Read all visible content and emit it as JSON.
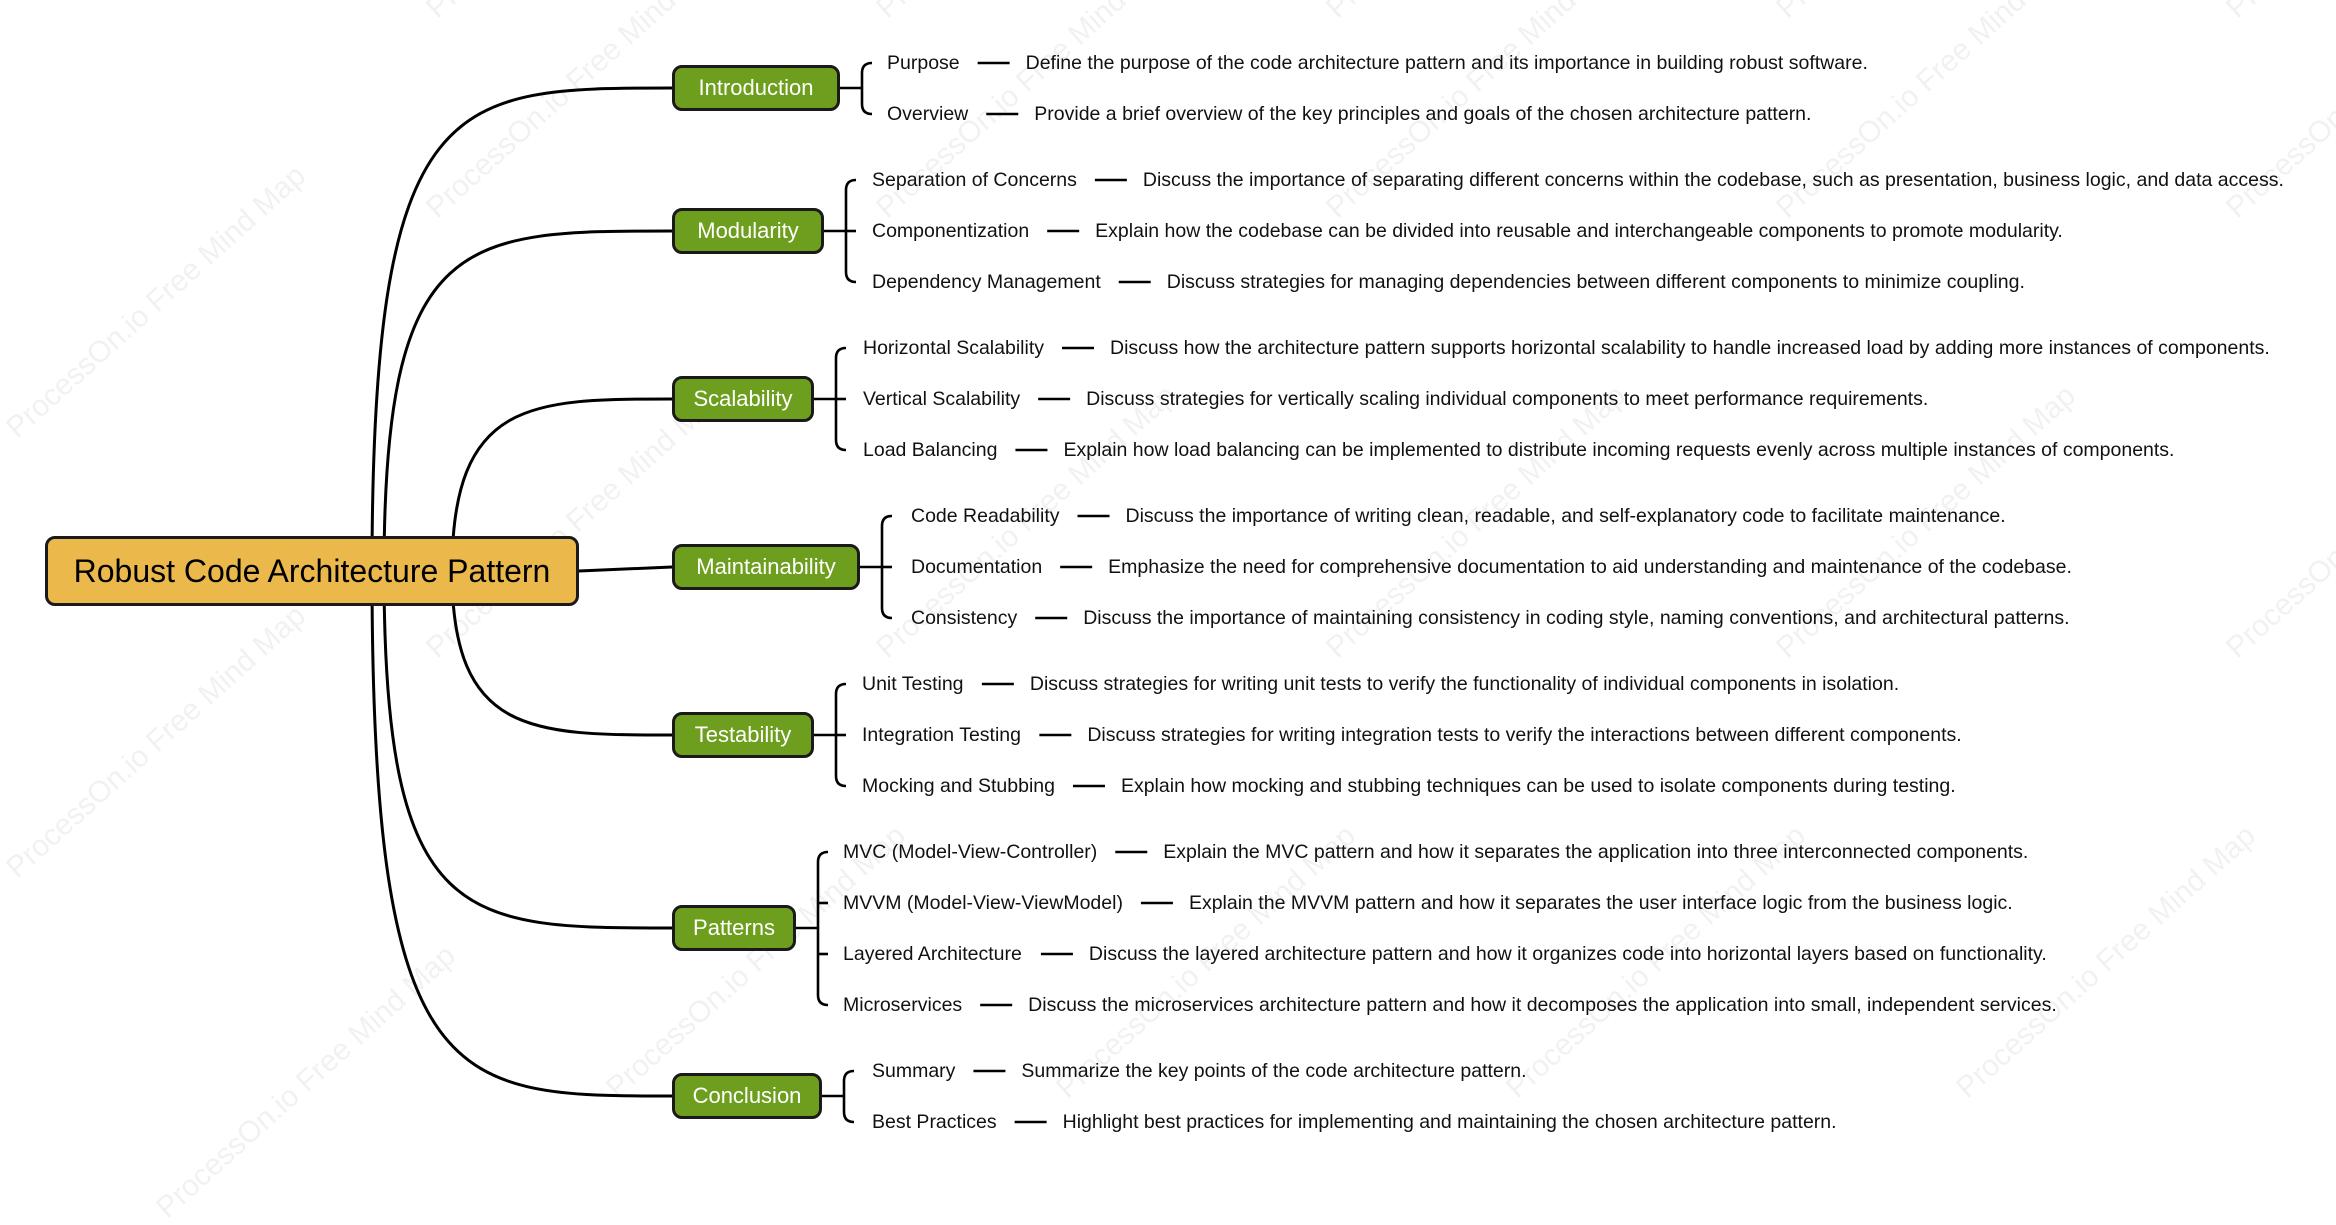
{
  "colors": {
    "root_fill": "#EBB84B",
    "branch_fill": "#6E9E1E",
    "line": "#000000",
    "watermark": "#d8d8d8"
  },
  "watermark": "ProcessOn.io Free Mind Map",
  "root": {
    "label": "Robust Code Architecture Pattern"
  },
  "branches": [
    {
      "label": "Introduction",
      "items": [
        {
          "label": "Purpose",
          "desc": "Define the purpose of the code architecture pattern and its importance in building robust software."
        },
        {
          "label": "Overview",
          "desc": "Provide a brief overview of the key principles and goals of the chosen architecture pattern."
        }
      ]
    },
    {
      "label": "Modularity",
      "items": [
        {
          "label": "Separation of Concerns",
          "desc": "Discuss the importance of separating different concerns within the codebase, such as presentation, business logic, and data access."
        },
        {
          "label": "Componentization",
          "desc": "Explain how the codebase can be divided into reusable and interchangeable components to promote modularity."
        },
        {
          "label": "Dependency Management",
          "desc": "Discuss strategies for managing dependencies between different components to minimize coupling."
        }
      ]
    },
    {
      "label": "Scalability",
      "items": [
        {
          "label": "Horizontal Scalability",
          "desc": "Discuss how the architecture pattern supports horizontal scalability to handle increased load by adding more instances of components."
        },
        {
          "label": "Vertical Scalability",
          "desc": "Discuss strategies for vertically scaling individual components to meet performance requirements."
        },
        {
          "label": "Load Balancing",
          "desc": "Explain how load balancing can be implemented to distribute incoming requests evenly across multiple instances of components."
        }
      ]
    },
    {
      "label": "Maintainability",
      "items": [
        {
          "label": "Code Readability",
          "desc": "Discuss the importance of writing clean, readable, and self-explanatory code to facilitate maintenance."
        },
        {
          "label": "Documentation",
          "desc": "Emphasize the need for comprehensive documentation to aid understanding and maintenance of the codebase."
        },
        {
          "label": "Consistency",
          "desc": "Discuss the importance of maintaining consistency in coding style, naming conventions, and architectural patterns."
        }
      ]
    },
    {
      "label": "Testability",
      "items": [
        {
          "label": "Unit Testing",
          "desc": "Discuss strategies for writing unit tests to verify the functionality of individual components in isolation."
        },
        {
          "label": "Integration Testing",
          "desc": "Discuss strategies for writing integration tests to verify the interactions between different components."
        },
        {
          "label": "Mocking and Stubbing",
          "desc": "Explain how mocking and stubbing techniques can be used to isolate components during testing."
        }
      ]
    },
    {
      "label": "Patterns",
      "items": [
        {
          "label": "MVC (Model-View-Controller)",
          "desc": "Explain the MVC pattern and how it separates the application into three interconnected components."
        },
        {
          "label": "MVVM (Model-View-ViewModel)",
          "desc": "Explain the MVVM pattern and how it separates the user interface logic from the business logic."
        },
        {
          "label": "Layered Architecture",
          "desc": "Discuss the layered architecture pattern and how it organizes code into horizontal layers based on functionality."
        },
        {
          "label": "Microservices",
          "desc": "Discuss the microservices architecture pattern and how it decomposes the application into small, independent services."
        }
      ]
    },
    {
      "label": "Conclusion",
      "items": [
        {
          "label": "Summary",
          "desc": "Summarize the key points of the code architecture pattern."
        },
        {
          "label": "Best Practices",
          "desc": "Highlight best practices for implementing and maintaining the chosen architecture pattern."
        }
      ]
    }
  ]
}
